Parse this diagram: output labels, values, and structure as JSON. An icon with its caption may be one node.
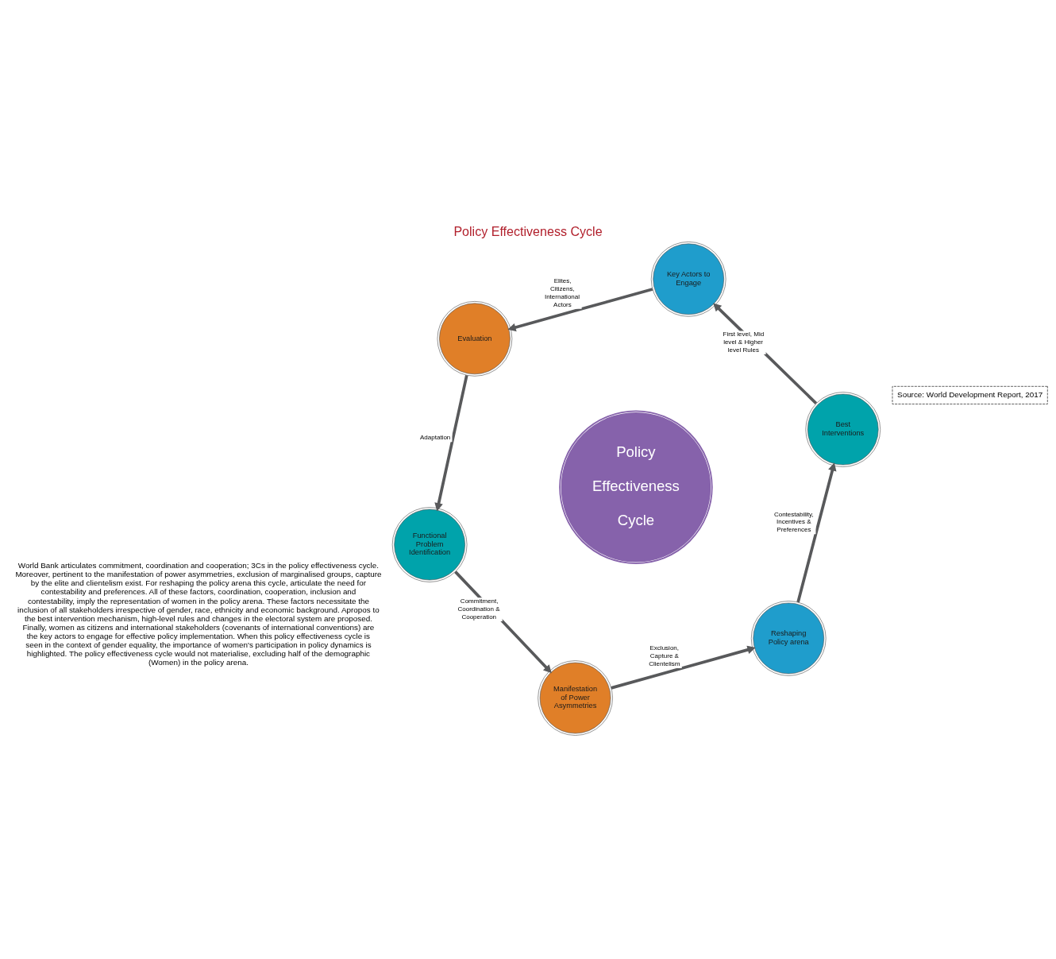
{
  "diagram": {
    "title": "Policy Effectiveness Cycle",
    "nodes": [
      {
        "text": [
          "Functional Problem Identification"
        ]
      },
      {
        "text": [
          "Manifestation of Power Asymmetries"
        ]
      },
      {
        "text": [
          "Reshaping Policy arena"
        ]
      },
      {
        "text": [
          "Best Interventions"
        ]
      },
      {
        "text": [
          "Key Actors to Engage"
        ]
      },
      {
        "text": [
          "Evaluation"
        ]
      },
      {
        "text": [
          "Policy Effectiveness Cycle"
        ]
      },
      {
        "text": [
          "Source: World Development Report, 2017"
        ]
      }
    ],
    "edges": [
      {
        "from": 0,
        "to": 1,
        "arrow": "to",
        "label": "Commitment, Coordination & Cooperation"
      },
      {
        "from": 1,
        "to": 2,
        "arrow": "to",
        "label": "Exclusion, Capture & Clientelism"
      },
      {
        "from": 2,
        "to": 3,
        "arrow": "to",
        "label": "Contestability, Incentives & Preferences"
      },
      {
        "from": 3,
        "to": 4,
        "arrow": "to",
        "label": "First level, Mid level & Higher level Rules"
      },
      {
        "from": 4,
        "to": 5,
        "arrow": "to",
        "label": "Elites, Citizens, International Actors"
      },
      {
        "from": 5,
        "to": 0,
        "arrow": "to",
        "label": "Adaptation"
      }
    ],
    "labels": [
      "World Bank articulates commitment, coordination and cooperation; 3Cs in the policy effectiveness cycle. Moreover, pertinent to the manifestation of power asymmetries, exclusion of marginalised groups, capture by the elite and clientelism exist. For reshaping the policy arena this cycle, articulate the need for contestability and preferences. All of these factors, coordination, cooperation, inclusion and contestability, imply the representation of women in the policy arena. These factors necessitate the inclusion of all stakeholders irrespective of gender, race, ethnicity and economic background. Apropos to the best intervention mechanism, high-level rules and changes in the electoral system are proposed. Finally, women as citizens and international stakeholders (covenants of international conventions) are the key actors to engage for effective policy implementation. When this policy effectiveness cycle is seen in the context of gender equality, the importance of women's participation in policy dynamics is highlighted. The policy effectiveness cycle would not materialise, excluding half of the demographic (Women) in the policy arena."
    ]
  }
}
